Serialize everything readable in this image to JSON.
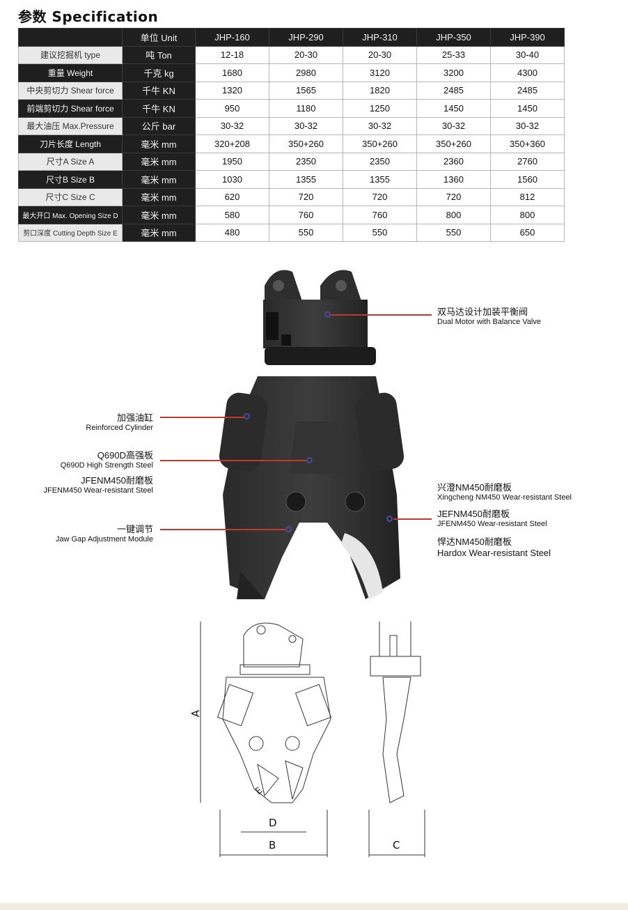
{
  "title": "参数  Specification",
  "table": {
    "header": [
      "",
      "单位 Unit",
      "JHP-160",
      "JHP-290",
      "JHP-310",
      "JHP-350",
      "JHP-390"
    ],
    "rows": [
      {
        "label": "建议挖掘机 type",
        "unit": "吨 Ton",
        "values": [
          "12-18",
          "20-30",
          "20-30",
          "25-33",
          "30-40"
        ],
        "style": "grey"
      },
      {
        "label": "重量 Weight",
        "unit": "千克 kg",
        "values": [
          "1680",
          "2980",
          "3120",
          "3200",
          "4300"
        ],
        "style": "dark"
      },
      {
        "label": "中央剪切力 Shear force",
        "unit": "千牛 KN",
        "values": [
          "1320",
          "1565",
          "1820",
          "2485",
          "2485"
        ],
        "style": "grey"
      },
      {
        "label": "前端剪切力 Shear force",
        "unit": "千牛 KN",
        "values": [
          "950",
          "1180",
          "1250",
          "1450",
          "1450"
        ],
        "style": "dark"
      },
      {
        "label": "最大油压 Max.Pressure",
        "unit": "公斤 bar",
        "values": [
          "30-32",
          "30-32",
          "30-32",
          "30-32",
          "30-32"
        ],
        "style": "grey"
      },
      {
        "label": "刀片长度 Length",
        "unit": "毫米 mm",
        "values": [
          "320+208",
          "350+260",
          "350+260",
          "350+260",
          "350+360"
        ],
        "style": "dark"
      },
      {
        "label": "尺寸A Size A",
        "unit": "毫米 mm",
        "values": [
          "1950",
          "2350",
          "2350",
          "2360",
          "2760"
        ],
        "style": "grey"
      },
      {
        "label": "尺寸B Size B",
        "unit": "毫米 mm",
        "values": [
          "1030",
          "1355",
          "1355",
          "1360",
          "1560"
        ],
        "style": "dark"
      },
      {
        "label": "尺寸C Size C",
        "unit": "毫米 mm",
        "values": [
          "620",
          "720",
          "720",
          "720",
          "812"
        ],
        "style": "grey"
      },
      {
        "label": "最大开口 Max. Opening Size D",
        "unit": "毫米 mm",
        "values": [
          "580",
          "760",
          "760",
          "800",
          "800"
        ],
        "style": "dark"
      },
      {
        "label": "剪口深度 Cutting Depth Size E",
        "unit": "毫米 mm",
        "values": [
          "480",
          "550",
          "550",
          "550",
          "650"
        ],
        "style": "grey"
      }
    ]
  },
  "callouts": {
    "motor": {
      "cn": "双马达设计加装平衡阀",
      "en": "Dual Motor with Balance Valve"
    },
    "cylinder": {
      "cn": "加强油缸",
      "en": "Reinforced Cylinder"
    },
    "steel": {
      "cn": "Q690D高强板",
      "en": "Q690D High Strength Steel"
    },
    "jfenm_left": {
      "cn": "JFENM450耐磨板",
      "en": "JFENM450 Wear-resistant Steel"
    },
    "jaw": {
      "cn": "一键调节",
      "en": "Jaw Gap Adjustment Module"
    },
    "xingcheng": {
      "cn": "兴澄NM450耐磨板",
      "en": "Xingcheng NM450 Wear-resistant Steel"
    },
    "jfenm_right": {
      "cn": "JEFNM450耐磨板",
      "en": "JFENM450 Wear-resistant Steel"
    },
    "hardox": {
      "cn": "悍达NM450耐磨板",
      "en": "Hardox Wear-resistant Steel"
    }
  },
  "dimension_labels": {
    "a": "A",
    "b": "B",
    "c": "C",
    "d": "D",
    "e": "E"
  },
  "colors": {
    "accent_line": "#c0392b",
    "header_bg": "#1f1f1f",
    "marker": "#4a4aa0"
  }
}
